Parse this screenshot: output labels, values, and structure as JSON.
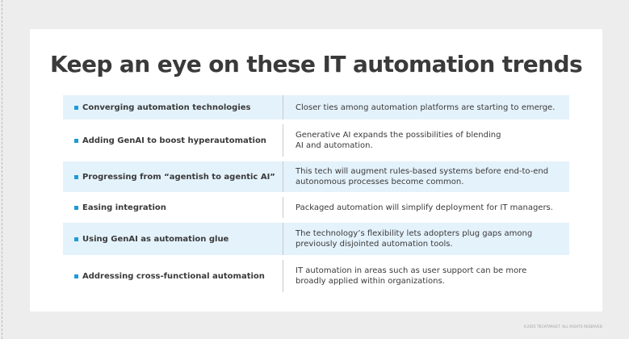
{
  "title": "Keep an eye on these IT automation trends",
  "rows": [
    {
      "trend": "Converging automation technologies",
      "description": "Closer ties among automation platforms are starting to emerge."
    },
    {
      "trend": "Adding GenAI to boost hyperautomation",
      "description": "Generative AI expands the possibilities of blending AI and automation."
    },
    {
      "trend": "Progressing from “agentish to agentic AI”",
      "description": "This tech will augment rules-based systems before end-to-end autonomous processes become common."
    },
    {
      "trend": "Easing integration",
      "description": "Packaged automation will simplify deployment for IT managers."
    },
    {
      "trend": "Using GenAI as automation glue",
      "description": "The technology’s flexibility lets adopters plug gaps among previously disjointed automation tools."
    },
    {
      "trend": "Addressing cross-functional automation",
      "description": "IT automation in areas such as user support can be more broadly applied within organizations."
    }
  ],
  "copyright": "©2025 TECHTARGET. ALL RIGHTS RESERVED",
  "colors": {
    "accent": "#1f9ad6",
    "row_shade": "#e4f2fb",
    "text": "#3a3a3a"
  }
}
